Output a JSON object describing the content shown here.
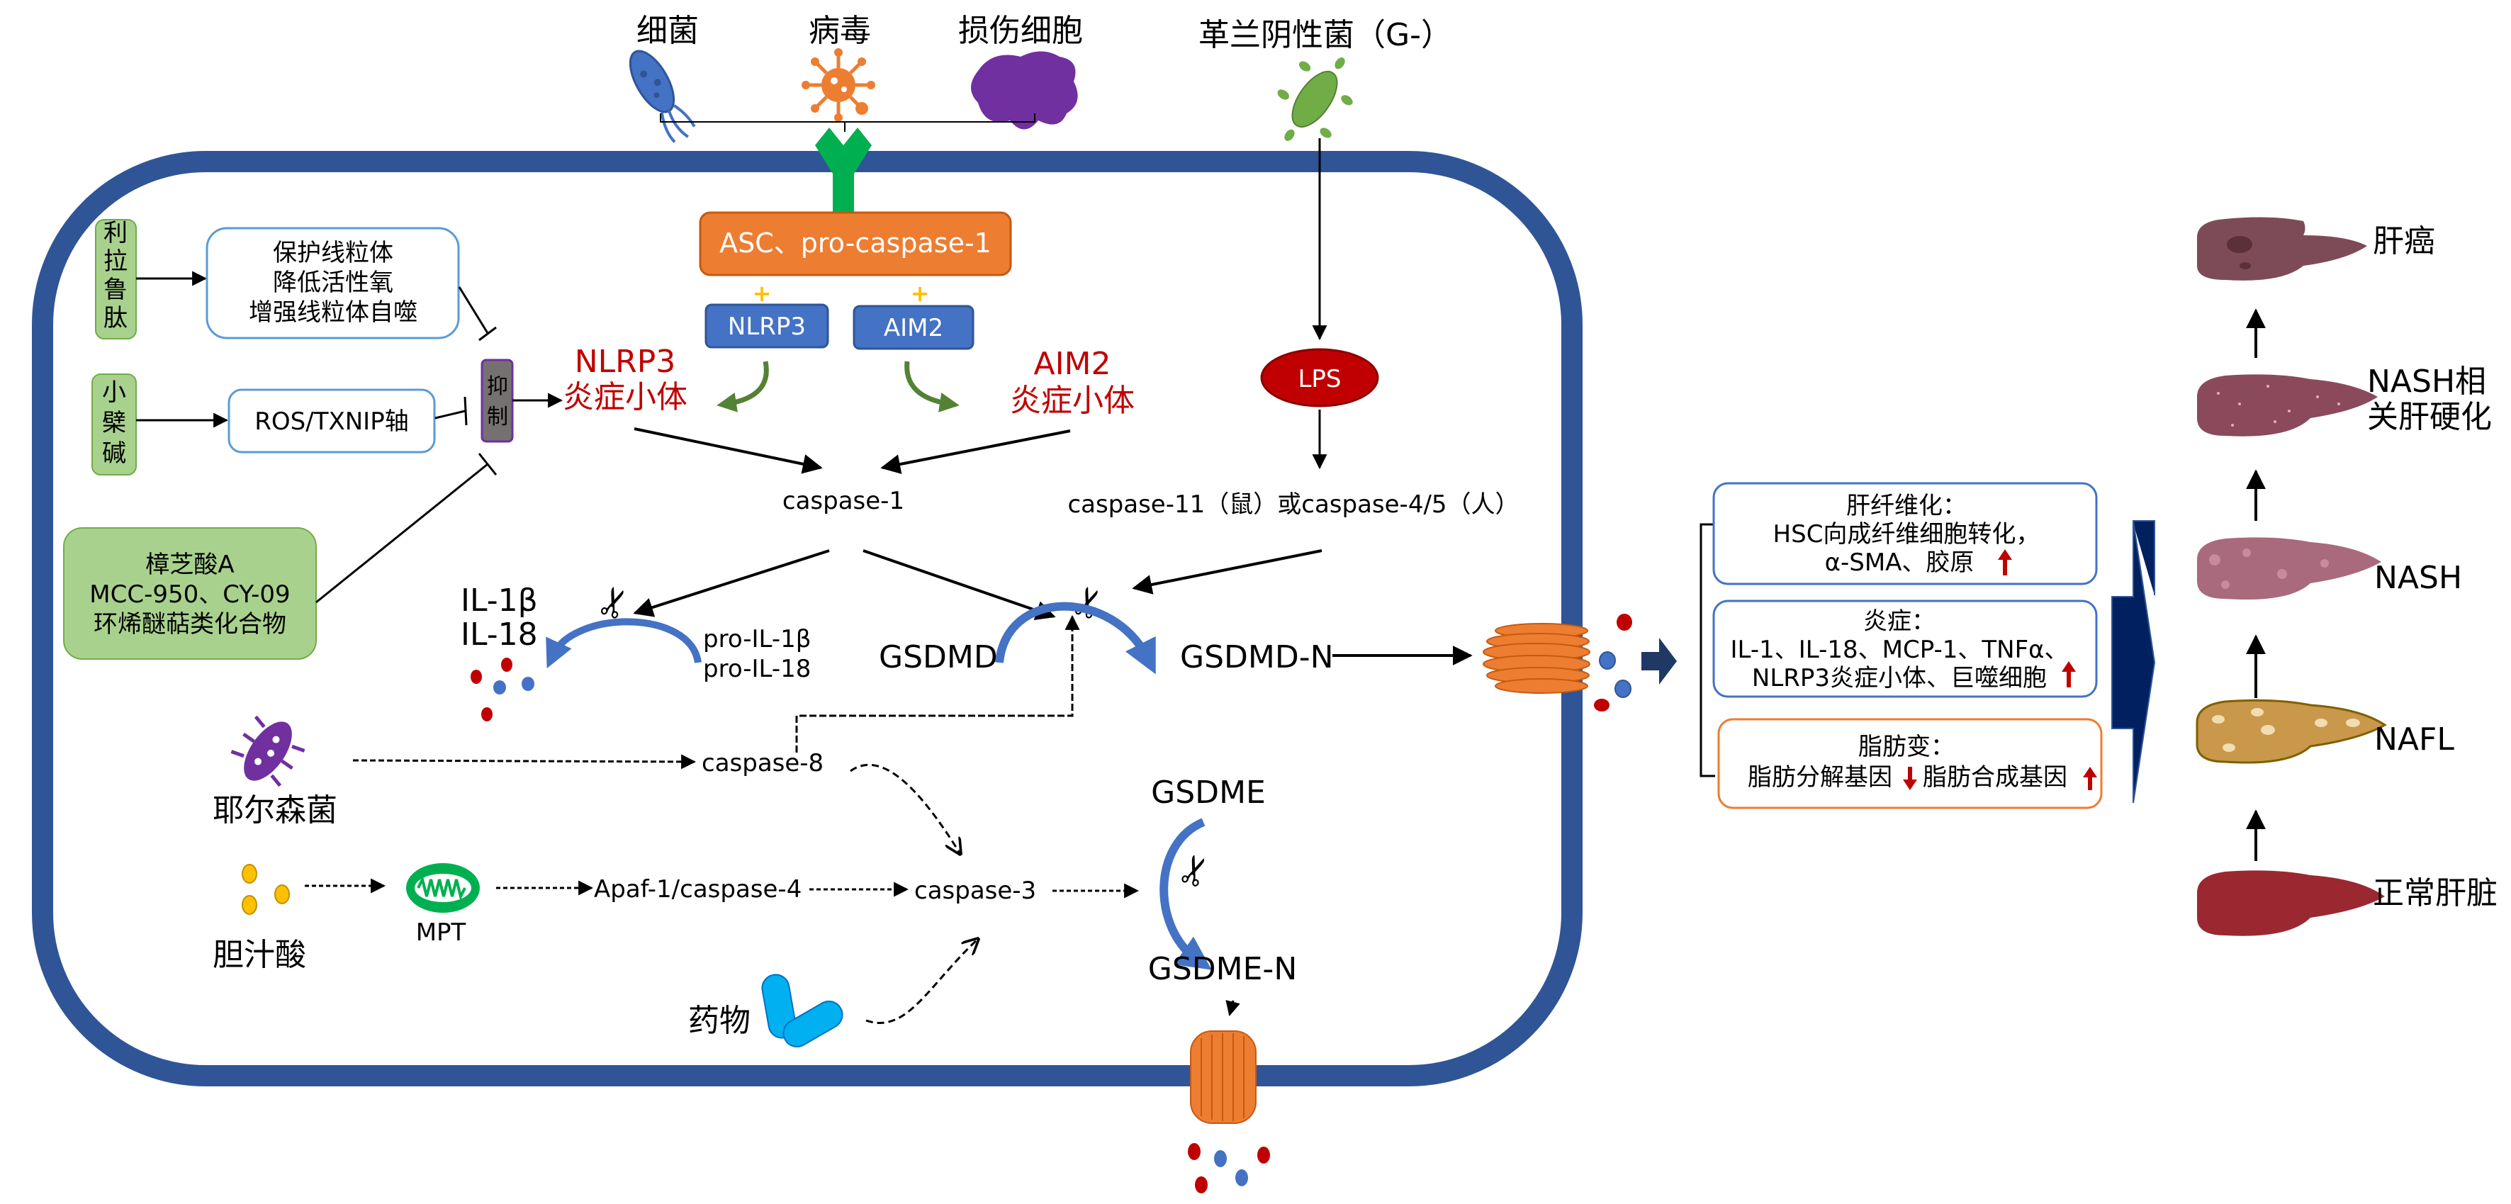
{
  "colors": {
    "membrane": "#2f5597",
    "receptor": "#00b050",
    "orange_box": "#ed7d31",
    "blue_box": "#4472c4",
    "green_box": "#a9d18e",
    "red_text": "#c00000",
    "lps": "#c00000",
    "big_arrow": "#002060",
    "inhibit_box": "#767171"
  },
  "top": {
    "bacteria_label": "细菌",
    "virus_label": "病毒",
    "damaged_cell_label": "损伤细胞",
    "gram_negative_label": "革兰阴性菌（G-）"
  },
  "inflammasome": {
    "asc_box": "ASC、pro-caspase-1",
    "plus": "+",
    "nlrp3_box": "NLRP3",
    "aim2_box": "AIM2",
    "nlrp3_inflammasome": [
      "NLRP3",
      "炎症小体"
    ],
    "aim2_inflammasome": [
      "AIM2",
      "炎症小体"
    ],
    "lps": "LPS"
  },
  "inhibitors": {
    "liraglutide": [
      "利",
      "拉",
      "鲁",
      "肽"
    ],
    "liraglutide_effects": [
      "保护线粒体",
      "降低活性氧",
      "增强线粒体自噬"
    ],
    "berberine": [
      "小",
      "檗",
      "碱"
    ],
    "berberine_effect": "ROS/TXNIP轴",
    "compounds": [
      "樟芝酸A",
      "MCC-950、CY-09",
      "环烯醚萜类化合物"
    ],
    "inhibit_label": [
      "抑",
      "制"
    ]
  },
  "caspases": {
    "caspase1": "caspase-1",
    "caspase11": "caspase-11（鼠）或caspase-4/5（人）",
    "caspase8": "caspase-8",
    "caspase3": "caspase-3",
    "apaf": "Apaf-1/caspase-4",
    "mpt": "MPT"
  },
  "products": {
    "il": [
      "IL-1β",
      "IL-18"
    ],
    "pro_il": [
      "pro-IL-1β",
      "pro-IL-18"
    ],
    "gsdmd": "GSDMD",
    "gsdmd_n": "GSDMD-N",
    "gsdme": "GSDME",
    "gsdme_n": "GSDME-N"
  },
  "triggers": {
    "yersinia": "耶尔森菌",
    "bile_acid": "胆汁酸",
    "drug": "药物"
  },
  "outcomes": {
    "fibrosis": {
      "title": "肝纤维化：",
      "lines": [
        "HSC向成纤维细胞转化，",
        "α-SMA、胶原"
      ],
      "arrow": "up"
    },
    "inflammation": {
      "title": "炎症：",
      "lines": [
        "IL-1、IL-18、MCP-1、TNFα、",
        "NLRP3炎症小体、巨噬细胞"
      ],
      "arrow": "up"
    },
    "steatosis": {
      "title": "脂肪变：",
      "line_a": "脂肪分解基因",
      "arrow_a": "down",
      "line_b": "脂肪合成基因",
      "arrow_b": "up"
    }
  },
  "liver_stages": [
    {
      "label": "肝癌"
    },
    {
      "label": "NASH相\n关肝硬化",
      "lines": [
        "NASH相",
        "关肝硬化"
      ]
    },
    {
      "label": "NASH"
    },
    {
      "label": "NAFL"
    },
    {
      "label": "正常肝脏"
    }
  ]
}
